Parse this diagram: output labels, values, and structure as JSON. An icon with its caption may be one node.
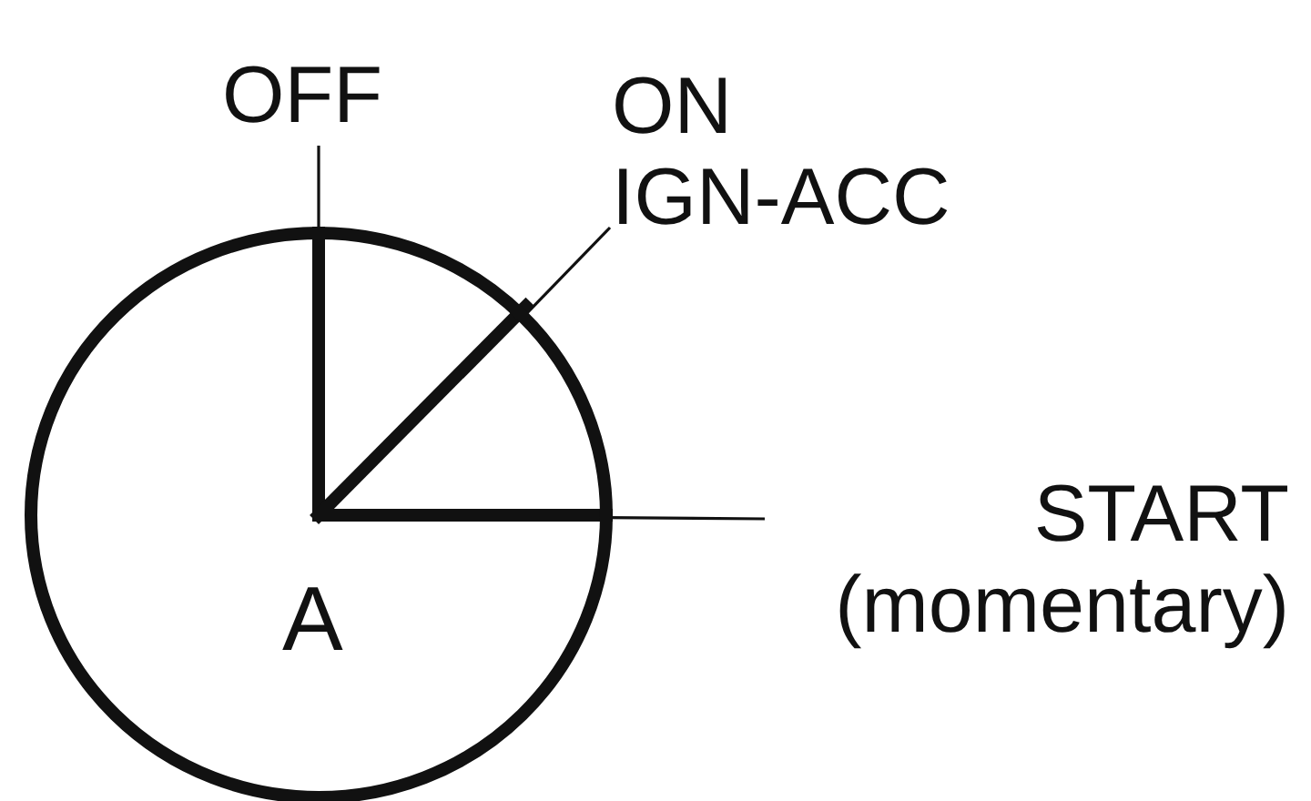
{
  "diagram": {
    "nodes": [
      {
        "text": [
          "A"
        ]
      },
      {
        "text": [
          "OFF"
        ]
      },
      {
        "text": [
          "ON IGN-ACC"
        ]
      },
      {
        "text": [
          "START (momentary)"
        ]
      }
    ],
    "edges": [
      {
        "from": 1,
        "to": 0,
        "arrow": "none"
      },
      {
        "from": 2,
        "to": 0,
        "arrow": "none"
      },
      {
        "from": 3,
        "to": 0,
        "arrow": "none"
      }
    ]
  }
}
